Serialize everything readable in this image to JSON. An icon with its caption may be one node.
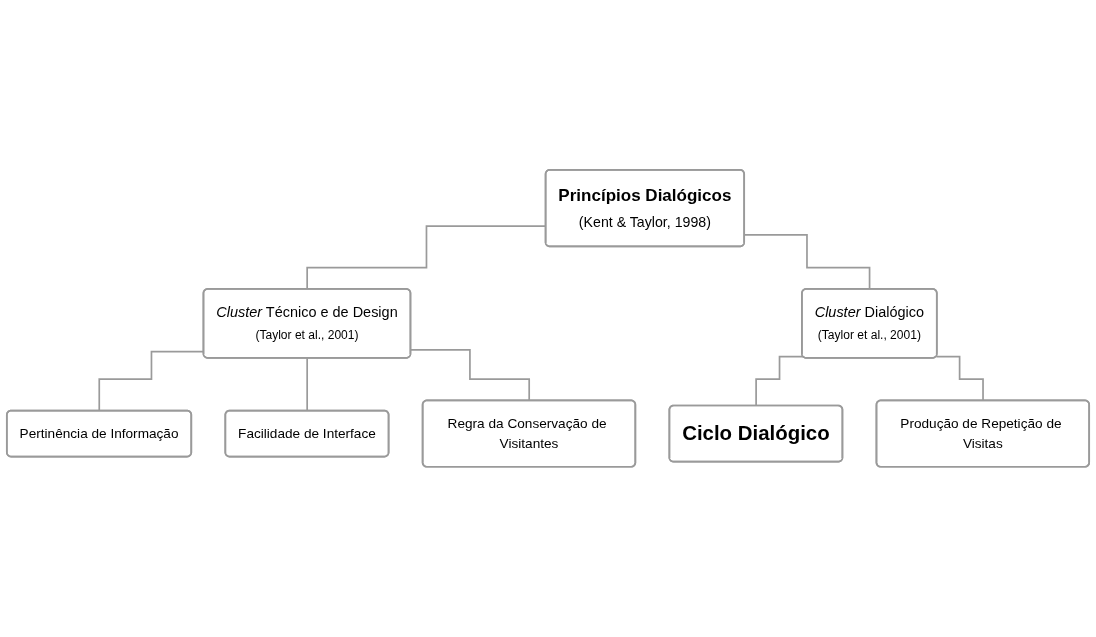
{
  "diagram": {
    "nodes": [
      {
        "text": [
          "Princípios Dialógicos",
          "(Kent & Taylor, 1998)"
        ]
      },
      {
        "text": [
          "*Cluster* Técnico e de Design",
          "(Taylor et al., 2001)"
        ]
      },
      {
        "text": [
          "*Cluster* Dialógico",
          "(Taylor et al., 2001)"
        ]
      },
      {
        "text": [
          "Pertinência de Informação"
        ]
      },
      {
        "text": [
          "Facilidade de Interface"
        ]
      },
      {
        "text": [
          "Regra da Conservação de Visitantes"
        ]
      },
      {
        "text": [
          "Ciclo Dialógico"
        ]
      },
      {
        "text": [
          "Produção de Repetição de Visitas"
        ]
      }
    ],
    "edges": [
      {
        "from": 0,
        "to": 1,
        "arrow": "none"
      },
      {
        "from": 0,
        "to": 2,
        "arrow": "none"
      },
      {
        "from": 1,
        "to": 3,
        "arrow": "none"
      },
      {
        "from": 1,
        "to": 4,
        "arrow": "none"
      },
      {
        "from": 1,
        "to": 5,
        "arrow": "none"
      },
      {
        "from": 2,
        "to": 6,
        "arrow": "none"
      },
      {
        "from": 2,
        "to": 7,
        "arrow": "none"
      }
    ]
  }
}
